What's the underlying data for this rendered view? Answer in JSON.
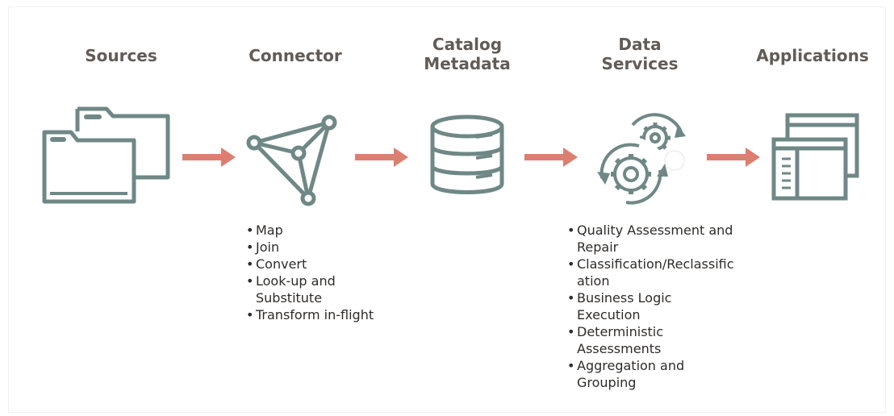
{
  "stages": [
    {
      "title": "Sources",
      "icon": "folders-icon"
    },
    {
      "title": "Connector",
      "icon": "connector-network-icon"
    },
    {
      "title": "Catalog Metadata",
      "icon": "database-icon"
    },
    {
      "title": "Data Services",
      "icon": "gears-cycle-icon"
    },
    {
      "title": "Applications",
      "icon": "application-windows-icon"
    }
  ],
  "connector_bullets": [
    "Map",
    "Join",
    "Convert",
    "Look-up and Substitute",
    "Transform in-flight"
  ],
  "data_services_bullets": [
    "Quality Assessment and Repair",
    "Classification/Reclassification",
    "Business Logic Execution",
    "Deterministic Assessments",
    "Aggregation and Grouping"
  ],
  "colors": {
    "icon": "#6f8886",
    "arrow": "#dc7f70",
    "title": "#615c57",
    "text": "#2e2c2a"
  }
}
